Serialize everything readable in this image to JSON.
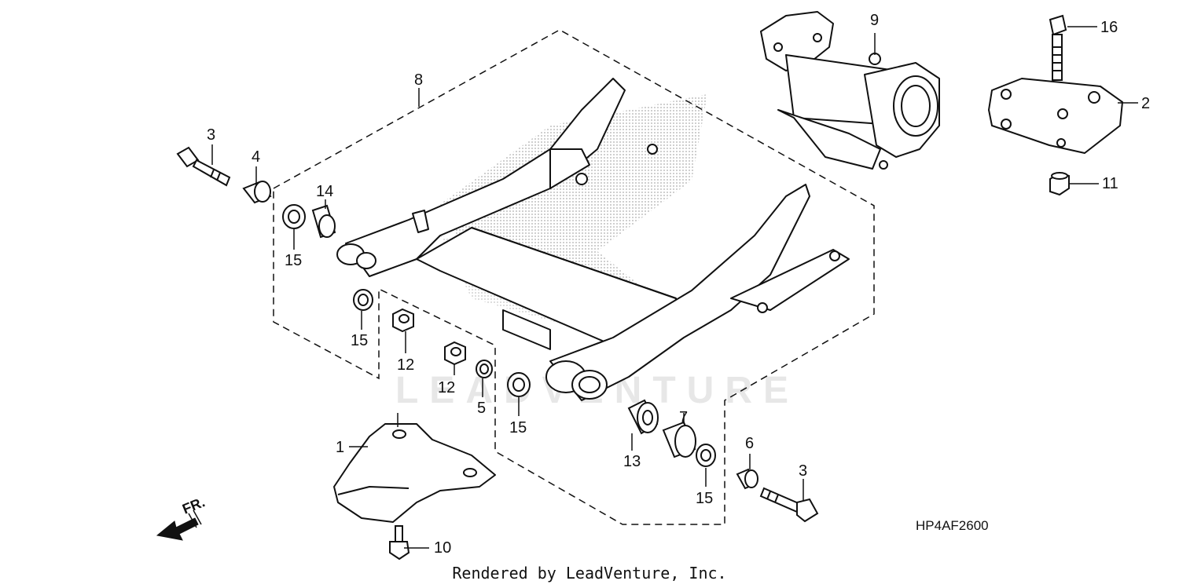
{
  "diagram_code": "HP4AF2600",
  "footer": "Rendered by LeadVenture, Inc.",
  "watermark": "LEADVENTURE",
  "front_indicator": "FR.",
  "callouts": {
    "c1": "1",
    "c2": "2",
    "c3a": "3",
    "c3b": "3",
    "c4": "4",
    "c5": "5",
    "c6": "6",
    "c7": "7",
    "c8": "8",
    "c9": "9",
    "c10": "10",
    "c11": "11",
    "c12a": "12",
    "c12b": "12",
    "c13": "13",
    "c14": "14",
    "c15a": "15",
    "c15b": "15",
    "c15c": "15",
    "c15d": "15",
    "c16": "16"
  },
  "colors": {
    "line": "#111111",
    "shading": "#9a9a9a"
  }
}
